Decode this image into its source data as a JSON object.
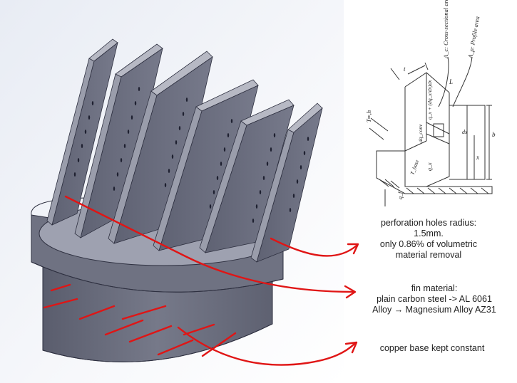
{
  "diagram": {
    "fin_sketch_labels": {
      "area_cross": "A_c: Cross-sectional area",
      "area_profile": "A_p: Profile area",
      "t": "t",
      "L": "L",
      "b": "b",
      "x": "x",
      "dx": "dx",
      "ambient": "T∞,h",
      "q_cond_in": "q_x",
      "q_cond_out": "q_x + (dq_x/dx)dx",
      "q_conv": "dq_conv",
      "T_base": "T_base",
      "q_f": "q_f"
    },
    "notes": {
      "perforation": [
        "perforation holes radius:",
        "1.5mm.",
        "only 0.86% of volumetric",
        "material removal"
      ],
      "material": [
        "fin material:",
        "plain carbon steel -> AL 6061",
        "Alloy → Magnesium Alloy AZ31"
      ],
      "base": [
        "copper base kept constant"
      ]
    },
    "colors": {
      "fin_face": "#6e7182",
      "fin_edge": "#9a9dab",
      "base": "#6b6e7e",
      "annotation": "#e01515",
      "text": "#222222"
    }
  }
}
